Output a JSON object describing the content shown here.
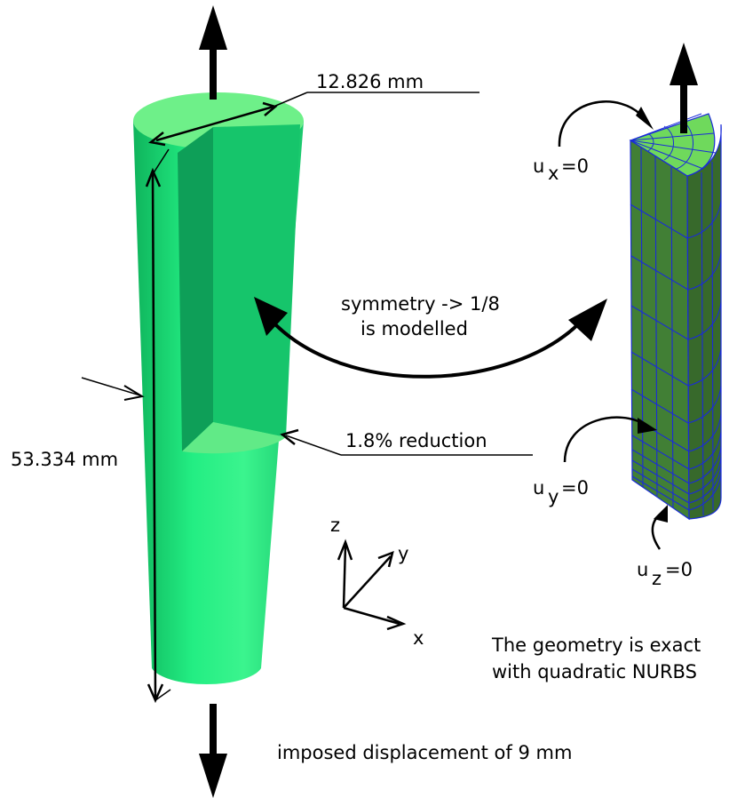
{
  "labels": {
    "diameter": "12.826 mm",
    "length": "53.334 mm",
    "symmetry_line1": "symmetry -> 1/8",
    "symmetry_line2": "is modelled",
    "reduction": "1.8% reduction",
    "displacement": "imposed displacement of 9 mm",
    "geometry_line1": "The geometry is exact",
    "geometry_line2": "with quadratic NURBS"
  },
  "boundary_conditions": [
    {
      "symbol": "u",
      "subscript": "x",
      "value": "=0"
    },
    {
      "symbol": "u",
      "subscript": "y",
      "value": "=0"
    },
    {
      "symbol": "u",
      "subscript": "z",
      "value": "=0"
    }
  ],
  "axes": {
    "x": "x",
    "y": "y",
    "z": "z"
  },
  "colors": {
    "cylinder_light": "#2ef58a",
    "cylinder_top": "#6dee86",
    "cut_face": "#10a55e",
    "mesh_face": "#3f7a33",
    "mesh_top": "#6fd95c",
    "mesh_lines": "#1a2bd8"
  }
}
